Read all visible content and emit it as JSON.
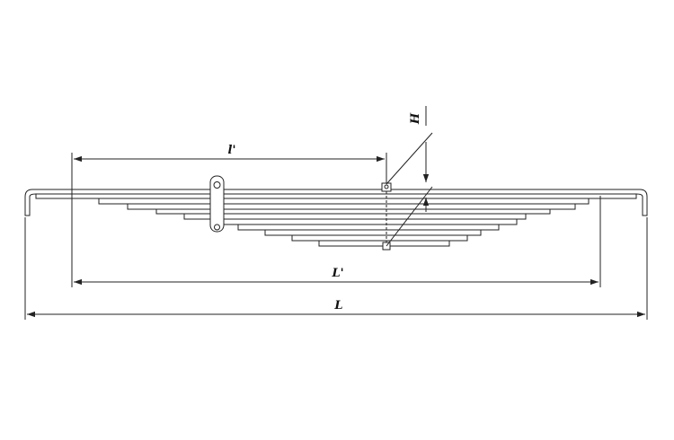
{
  "labels": {
    "l_prime": "l'",
    "L_prime": "L'",
    "L": "L",
    "H": "H"
  },
  "leaf_count": 11,
  "colors": {
    "line": "#222222",
    "dim": "#333333",
    "background": "#ffffff"
  }
}
